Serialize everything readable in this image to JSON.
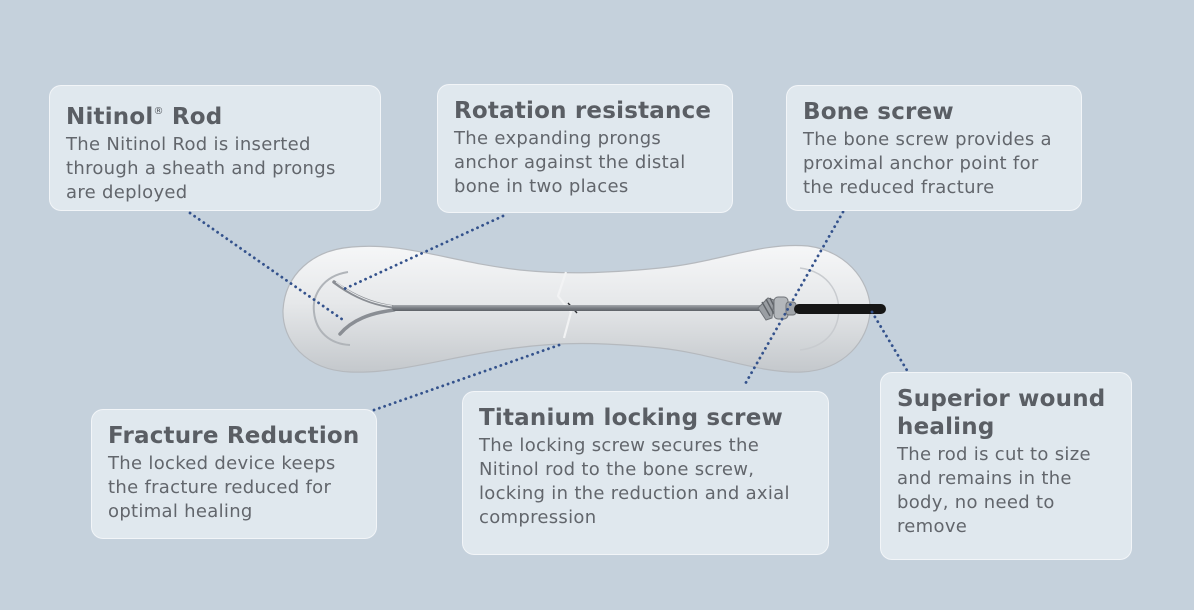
{
  "cards": {
    "nitinol_rod": {
      "title": "Nitinol",
      "title_mark": "®",
      "title_rest": " Rod",
      "body": "The Nitinol Rod is inserted through a sheath and prongs are deployed"
    },
    "rotation_resistance": {
      "title": "Rotation resistance",
      "body": "The expanding prongs anchor against the distal bone in two places"
    },
    "bone_screw": {
      "title": "Bone screw",
      "body": "The bone screw provides a proximal anchor point for the reduced fracture"
    },
    "fracture_reduction": {
      "title": "Fracture Reduction",
      "body": "The locked device keeps the fracture reduced for optimal healing"
    },
    "titanium_locking_screw": {
      "title": "Titanium locking screw",
      "body": "The locking screw secures the Nitinol rod to the bone screw, locking in the reduction and axial compression"
    },
    "superior_wound_healing": {
      "title": "Superior wound healing",
      "body": "The rod is cut to size and remains in the body, no need to remove"
    }
  },
  "colors": {
    "background": "#c5d1dc",
    "leader_line": "#34528c",
    "bone": "#e3e5e8",
    "rod": "#7e8288",
    "rod_tip": "#1a1a1a"
  }
}
